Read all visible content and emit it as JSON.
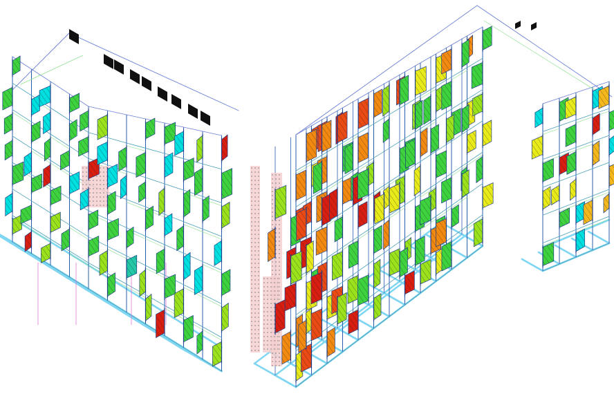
{
  "view": {
    "background": "#ffffff"
  },
  "colors": {
    "slab_beam": "#7fd6f2",
    "column": "#2a5db0",
    "roof_edge": "#6a7fd6",
    "green_line": "#8ee08e",
    "pink_line": "#e07ad8",
    "hatch": "#1a1a1a",
    "mesh": "#f4cfcf",
    "mesh_dot": "#7a7a7a",
    "black_marker": "#101010"
  },
  "diagram": {
    "type": "isometric-structural-frame-with-member-utilization-diagrams",
    "utilization_palette": [
      "#00e0e0",
      "#22c8a8",
      "#3ed23e",
      "#9be21c",
      "#e8ea1a",
      "#f5b81c",
      "#f28a12",
      "#ea4a14",
      "#d81e10"
    ],
    "left_wing_columns": 12,
    "right_wing_columns": 13,
    "floors": 7
  }
}
